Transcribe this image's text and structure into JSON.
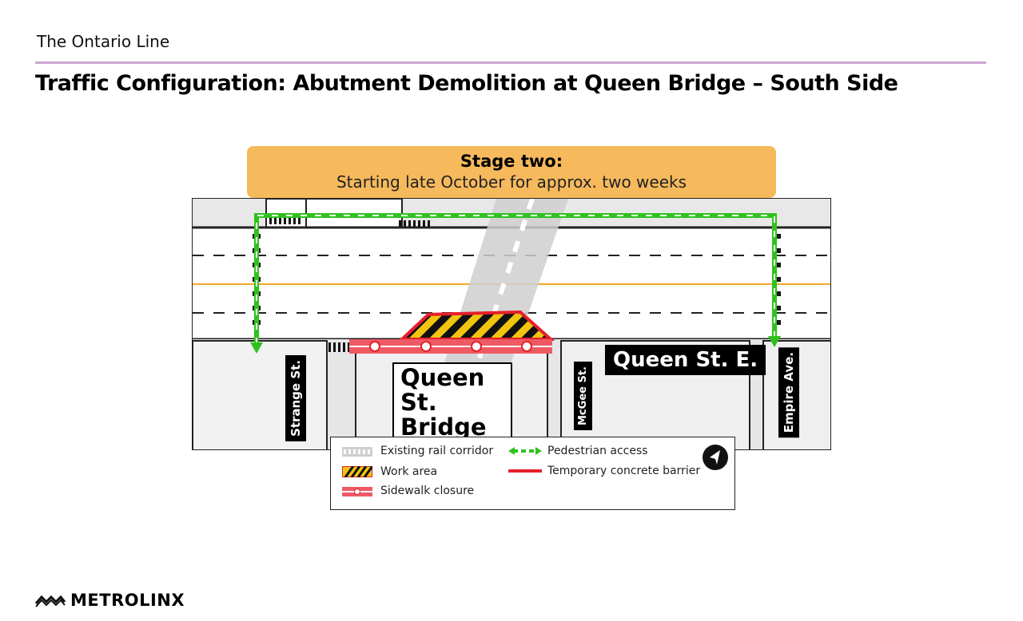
{
  "header": {
    "series": "The Ontario Line"
  },
  "title": "Traffic Configuration: Abutment Demolition at Queen Bridge – South Side",
  "stage": {
    "title": "Stage two:",
    "subtitle": "Starting late October for approx. two weeks"
  },
  "map": {
    "streets": {
      "queen_east": "Queen St. E.",
      "strange": "Strange St.",
      "mcgee": "McGee St.",
      "empire": "Empire Ave."
    },
    "bridge_label_line1": "Queen St.",
    "bridge_label_line2": "Bridge",
    "north_arrow_icon": "north-arrow-icon"
  },
  "legend": {
    "rail_corridor": "Existing rail corridor",
    "work_area": "Work area",
    "sidewalk_closure": "Sidewalk closure",
    "pedestrian_access": "Pedestrian access",
    "concrete_barrier": "Temporary concrete barrier"
  },
  "colors": {
    "stage_box": "#f6b95c",
    "pedestrian": "#2fc21c",
    "barrier": "#e4202b",
    "sidewalk_closure": "#ee5a64",
    "centerline": "#f5a623",
    "rule": "#c9a6cf"
  },
  "footer": {
    "logo_text": "METROLINX"
  }
}
